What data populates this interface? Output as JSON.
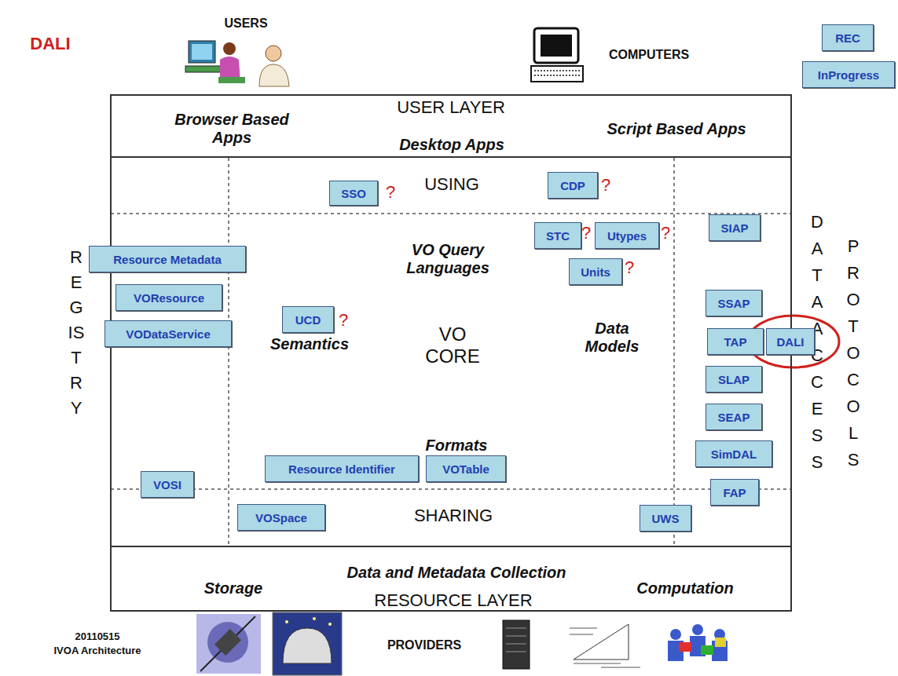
{
  "diagram": {
    "title": "DALI",
    "nodes": [
      {
        "text": [
          "REC"
        ]
      },
      {
        "text": [
          "InProgress"
        ]
      },
      {
        "text": [
          "USER LAYER",
          "Browser Based Apps",
          "Desktop Apps",
          "Script Based Apps"
        ]
      },
      {
        "text": [
          "USING",
          "VO Query Languages",
          "Semantics",
          "VO CORE",
          "Data Models",
          "Formats",
          "SHARING"
        ]
      },
      {
        "text": [
          "SSO"
        ],
        "in": 3
      },
      {
        "text": [
          "CDP"
        ],
        "in": 3
      },
      {
        "text": [
          "STC"
        ],
        "in": 3
      },
      {
        "text": [
          "Utypes"
        ],
        "in": 3
      },
      {
        "text": [
          "SIAP"
        ],
        "in": 3
      },
      {
        "text": [
          "Resource Metadata"
        ]
      },
      {
        "text": [
          "Units"
        ],
        "in": 3
      },
      {
        "text": [
          "VOResource"
        ],
        "in": 3
      },
      {
        "text": [
          "SSAP"
        ],
        "in": 3
      },
      {
        "text": [
          "UCD"
        ],
        "in": 3
      },
      {
        "text": [
          "VODataService"
        ],
        "in": 3
      },
      {
        "text": [
          "TAP"
        ],
        "in": 3
      },
      {
        "text": [
          "DALI"
        ]
      },
      {
        "text": [
          "SLAP"
        ],
        "in": 3
      },
      {
        "text": [
          "SEAP"
        ],
        "in": 3
      },
      {
        "text": [
          "SimDAL"
        ],
        "in": 3
      },
      {
        "text": [
          "Resource Identifier"
        ],
        "in": 3
      },
      {
        "text": [
          "VOTable"
        ],
        "in": 3
      },
      {
        "text": [
          "VOSI"
        ],
        "in": 3
      },
      {
        "text": [
          "FAP"
        ],
        "in": 3
      },
      {
        "text": [
          "VOSpace"
        ],
        "in": 3
      },
      {
        "text": [
          "UWS"
        ],
        "in": 3
      },
      {
        "text": [
          "Data and Metadata Collection",
          "Storage",
          "RESOURCE LAYER",
          "Computation"
        ]
      }
    ],
    "labels": [
      "USERS",
      "COMPUTERS",
      "REGISTRY",
      "?",
      "?",
      "?",
      "?",
      "?",
      "?",
      "DATA ACCESS",
      "PROTOCOLS",
      "20110515",
      "IVOA Architecture",
      "PROVIDERS"
    ]
  }
}
